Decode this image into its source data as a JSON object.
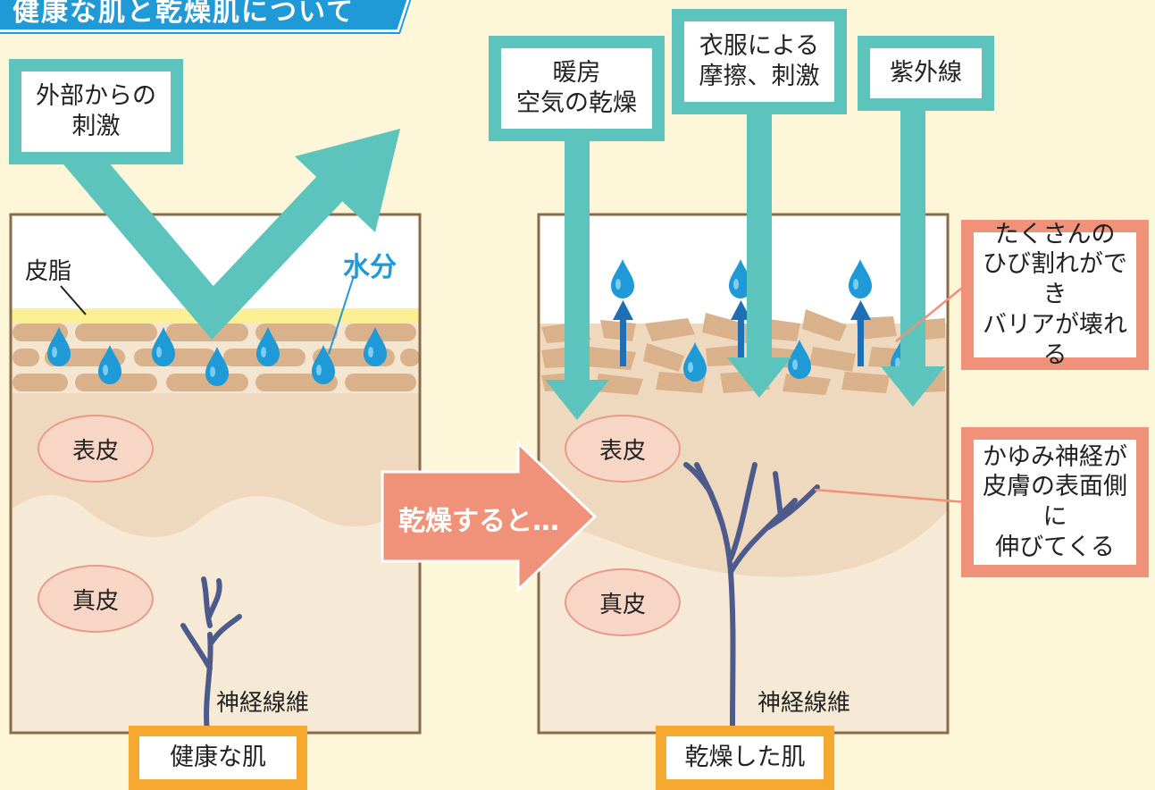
{
  "title": "健康な肌と乾燥肌について",
  "left_panel": {
    "stimulus_label": "外部からの\n刺激",
    "sebum_label": "皮脂",
    "water_label": "水分",
    "epidermis_label": "表皮",
    "dermis_label": "真皮",
    "nerve_label": "神経線維",
    "caption": "健康な肌"
  },
  "transition_label": "乾燥すると…",
  "right_panel": {
    "heating_label": "暖房\n空気の乾燥",
    "clothing_label": "衣服による\n摩擦、刺激",
    "uv_label": "紫外線",
    "cracks_label": "たくさんの\nひび割れができ\nバリアが壊れる",
    "itch_label": "かゆみ神経が\n皮膚の表面側に\n伸びてくる",
    "epidermis_label": "表皮",
    "dermis_label": "真皮",
    "nerve_label": "神経線維",
    "caption": "乾燥した肌"
  },
  "colors": {
    "background": "#fef6d8",
    "teal": "#5cc4bc",
    "salmon": "#f0917a",
    "orange": "#f6a930",
    "water": "#1f9ad6",
    "nerve": "#4d5a8c"
  }
}
